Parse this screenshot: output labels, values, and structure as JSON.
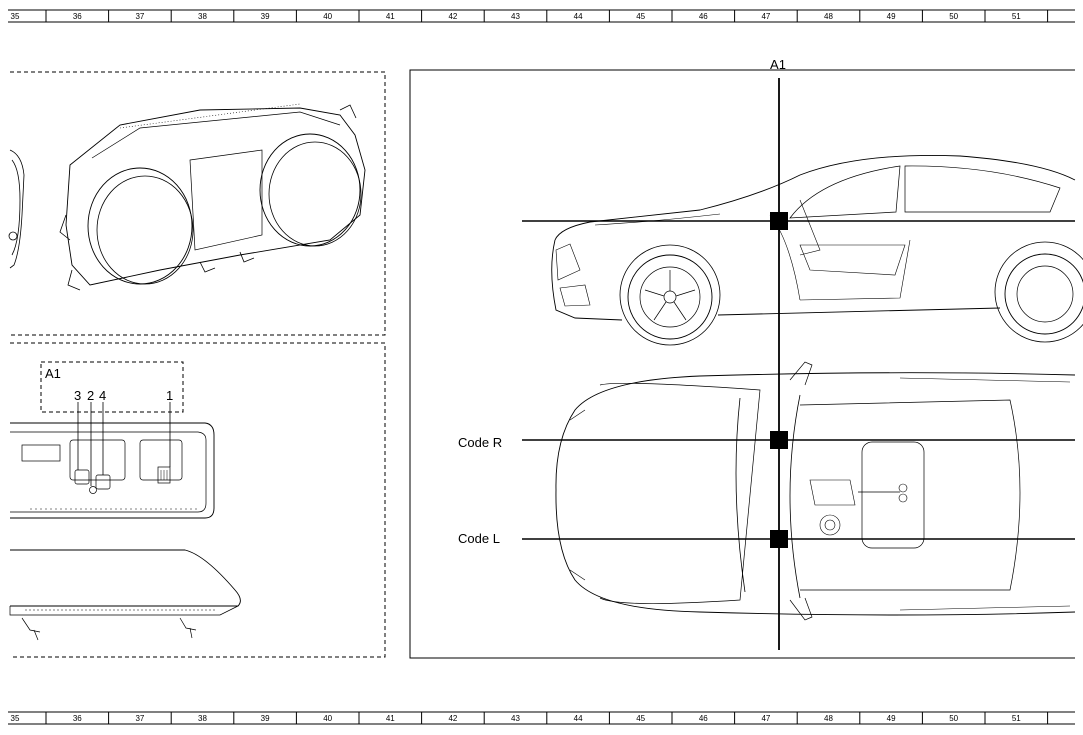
{
  "ruler": {
    "numbers": [
      "35",
      "36",
      "37",
      "38",
      "39",
      "40",
      "41",
      "42",
      "43",
      "44",
      "45",
      "46",
      "47",
      "48",
      "49",
      "50",
      "51"
    ]
  },
  "cluster_detail": {
    "box_label": "A1",
    "pin_labels": [
      {
        "label": "3"
      },
      {
        "label": "2"
      },
      {
        "label": "4"
      },
      {
        "label": "1"
      }
    ]
  },
  "vehicle_location": {
    "component_label": "A1",
    "code_r_label": "Code R",
    "code_l_label": "Code L"
  }
}
